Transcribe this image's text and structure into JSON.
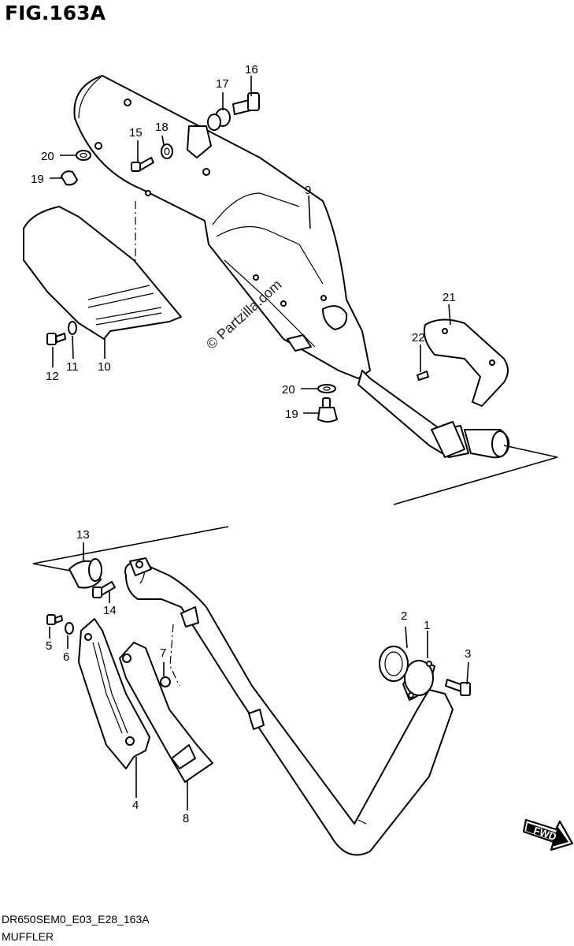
{
  "figure": {
    "title": "FIG.163A",
    "code": "DR650SEM0_E03_E28_163A",
    "name": "MUFFLER",
    "watermark": "© Partzilla.com",
    "fwd_label": "FWD"
  },
  "callouts": [
    "1",
    "2",
    "3",
    "4",
    "5",
    "6",
    "7",
    "8",
    "9",
    "10",
    "11",
    "12",
    "13",
    "14",
    "15",
    "16",
    "17",
    "18",
    "19",
    "20",
    "21",
    "22"
  ]
}
